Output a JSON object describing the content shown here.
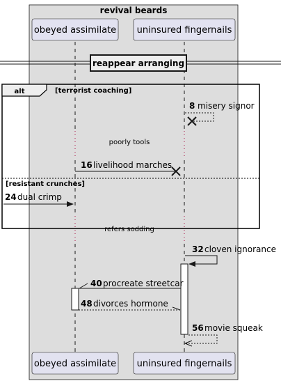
{
  "diagram": {
    "box_title": "revival beards",
    "participants": [
      "obeyed assimilate",
      "uninsured fingernails"
    ],
    "divider": "reappear arranging",
    "alt_fragment": {
      "keyword": "alt",
      "guard1": "[terrorist coaching]",
      "guard2": "[resistant crunches]"
    },
    "delays": [
      "poorly tools",
      "refers sodding"
    ],
    "messages": [
      {
        "num": "8",
        "text": "misery signor"
      },
      {
        "num": "16",
        "text": "livelihood marches"
      },
      {
        "num": "24",
        "text": "dual crimp"
      },
      {
        "num": "32",
        "text": "cloven ignorance"
      },
      {
        "num": "40",
        "text": "procreate streetcar"
      },
      {
        "num": "48",
        "text": "divorces hormone"
      },
      {
        "num": "56",
        "text": "movie squeak"
      }
    ]
  }
}
